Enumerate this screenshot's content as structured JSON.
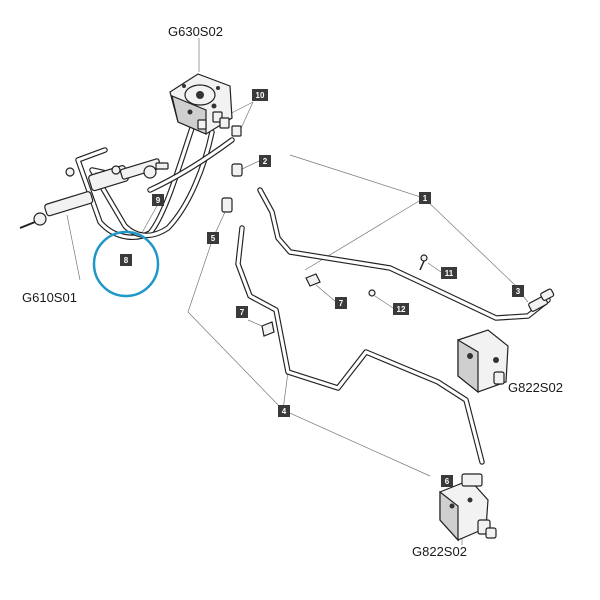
{
  "assemblies": {
    "g630": "G630S02",
    "g610": "G610S01",
    "g822_right": "G822S02",
    "g822_bottom": "G822S02"
  },
  "callouts": {
    "n1": "1",
    "n2": "2",
    "n3": "3",
    "n4": "4",
    "n5": "5",
    "n6": "6",
    "n7a": "7",
    "n7b": "7",
    "n8": "8",
    "n9": "9",
    "n10": "10",
    "n11": "11",
    "n12": "12"
  },
  "highlight_color": "#2196c8",
  "callout_box_color": "#3a3a3a"
}
